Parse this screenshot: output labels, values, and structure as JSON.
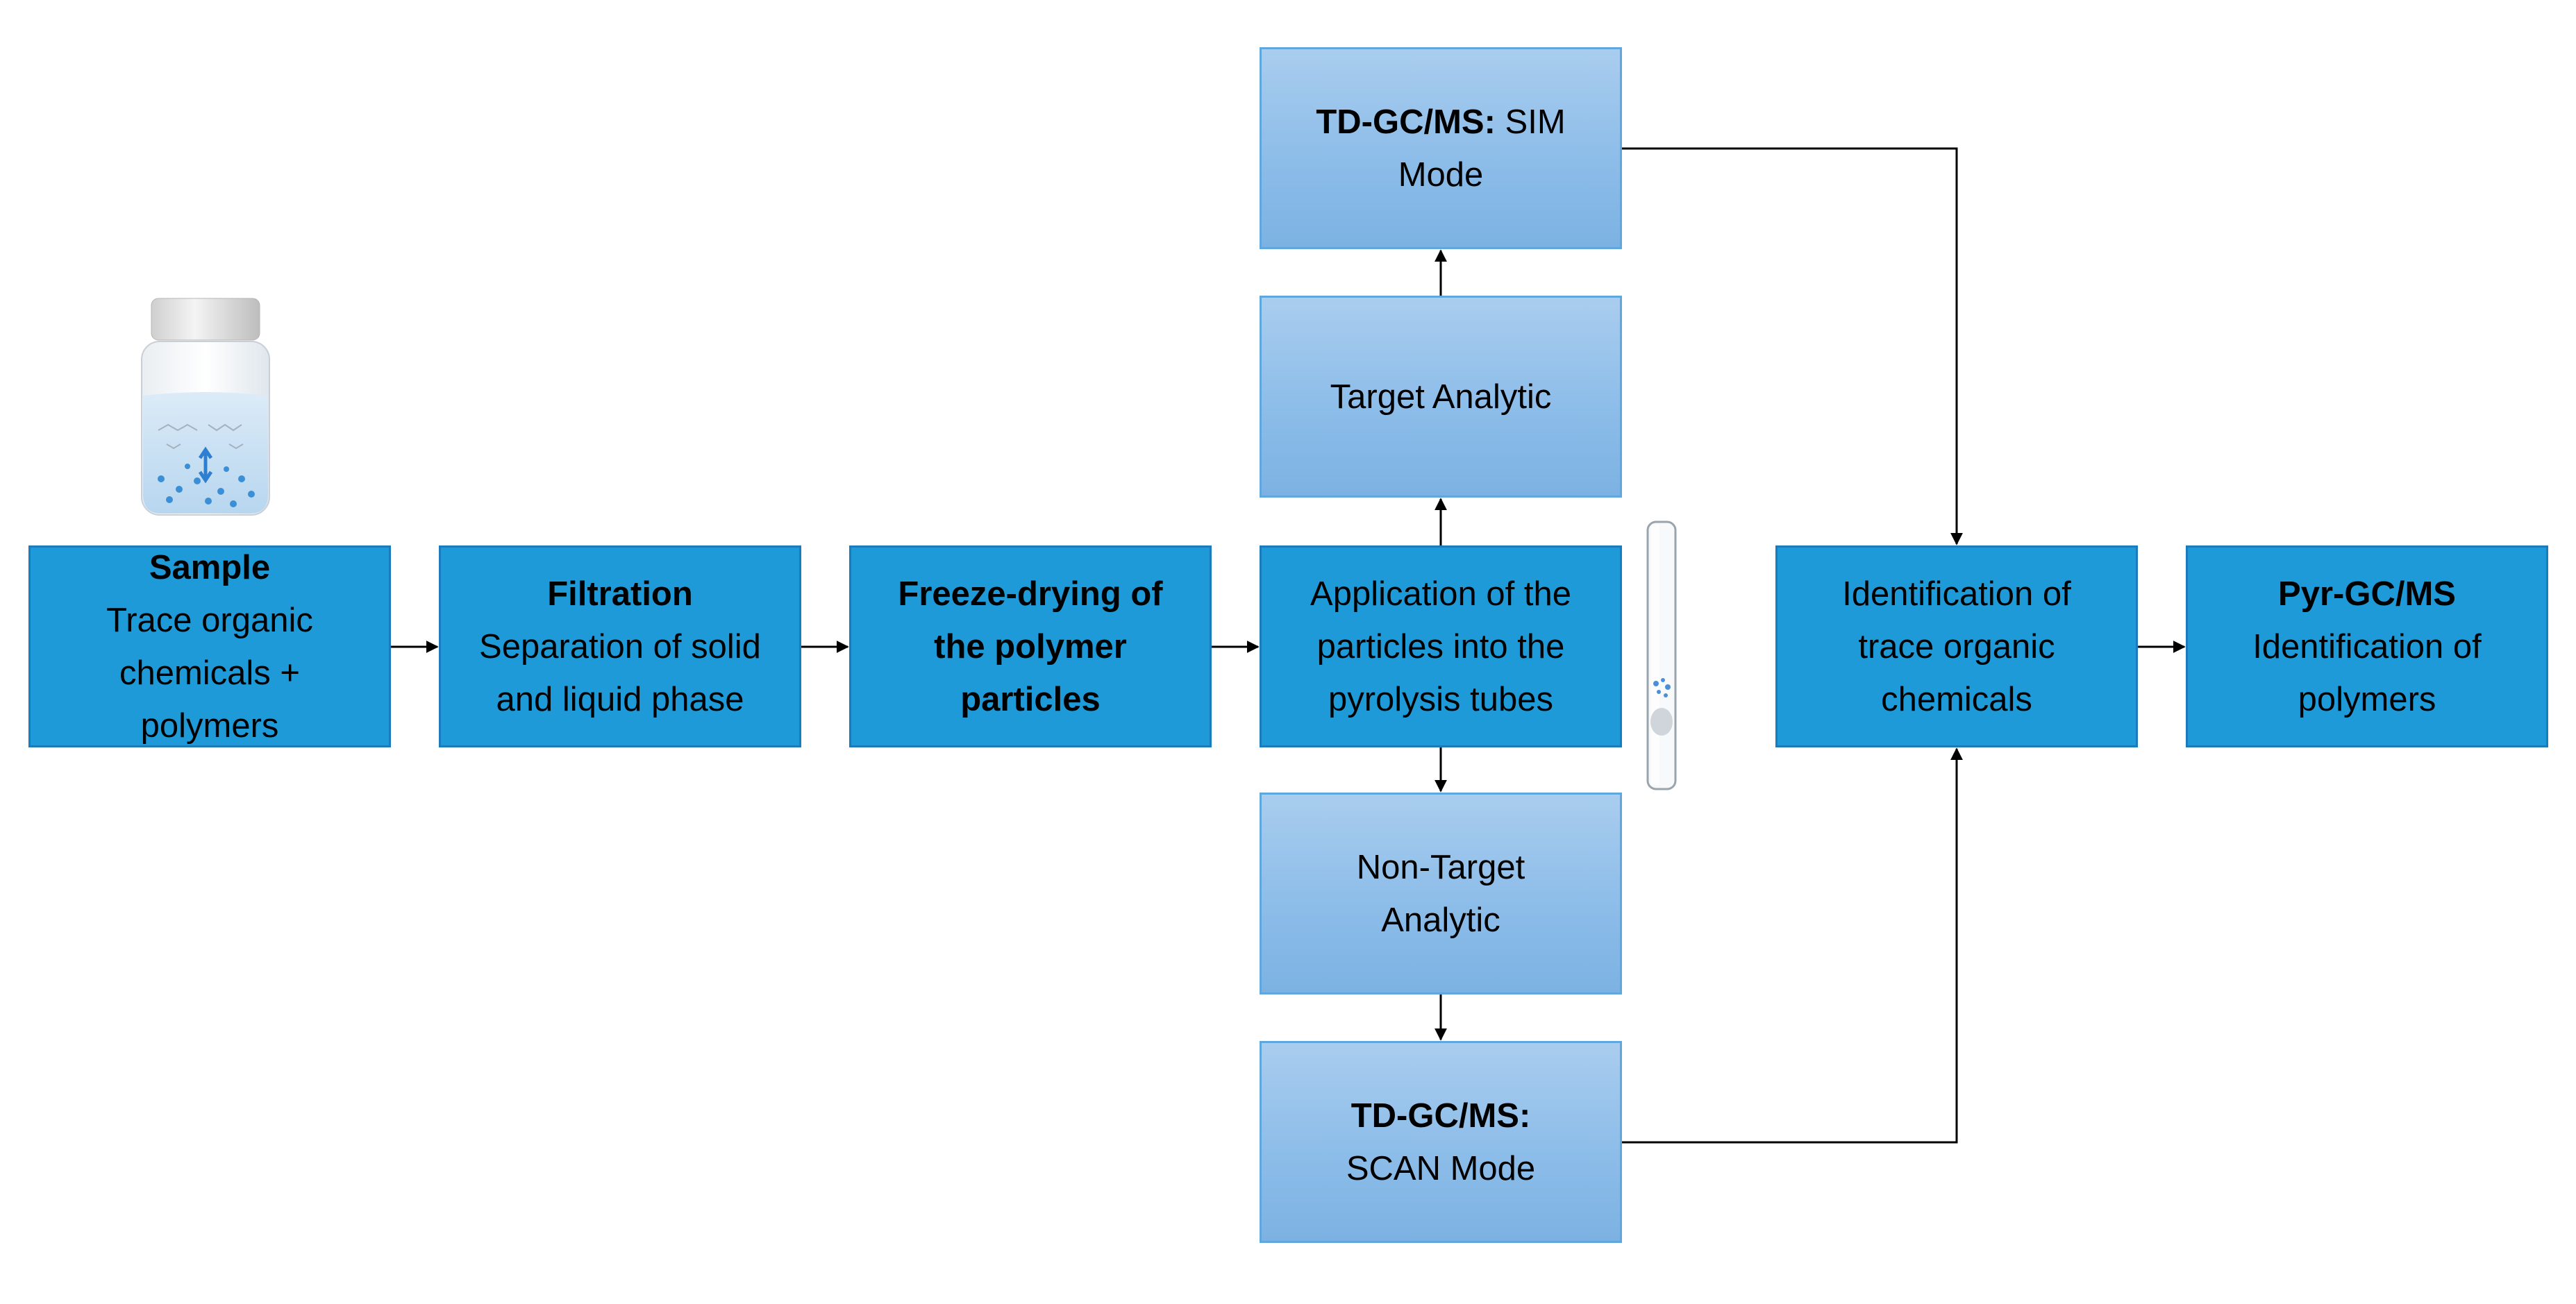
{
  "boxes": {
    "sample": {
      "title": "Sample",
      "lines": [
        "Trace organic",
        "chemicals +",
        "polymers"
      ]
    },
    "filtration": {
      "title": "Filtration",
      "lines": [
        "Separation of solid",
        "and liquid phase"
      ]
    },
    "freeze": {
      "lines": [
        "Freeze-drying of",
        "the polymer",
        "particles"
      ]
    },
    "application": {
      "lines": [
        "Application of the",
        "particles into the",
        "pyrolysis tubes"
      ]
    },
    "sim": {
      "bold": "TD-GC/MS:",
      "rest": " SIM",
      "line2": "Mode"
    },
    "target": {
      "lines": [
        "Target Analytic"
      ]
    },
    "nontarget": {
      "lines": [
        "Non-Target",
        "Analytic"
      ]
    },
    "scan": {
      "title": "TD-GC/MS:",
      "lines": [
        "SCAN Mode"
      ]
    },
    "identification": {
      "lines": [
        "Identification of",
        "trace organic",
        "chemicals"
      ]
    },
    "pyr": {
      "title": "Pyr-GC/MS",
      "lines": [
        "Identification of",
        "polymers"
      ]
    }
  },
  "colors": {
    "main_box": "#1f9ad8",
    "light_box": "#8dbde9",
    "arrow": "#000000"
  },
  "icons": [
    "sample-vial-icon",
    "pyrolysis-tube-icon"
  ]
}
